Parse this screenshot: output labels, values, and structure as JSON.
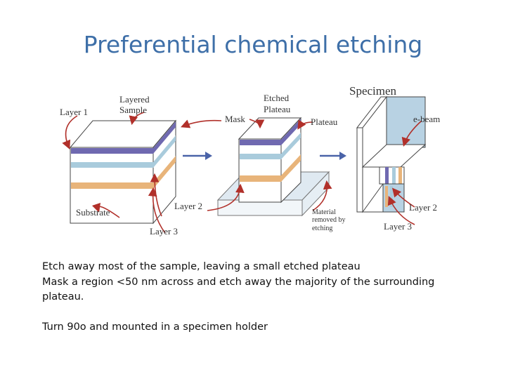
{
  "title": "Preferential chemical etching",
  "figure": {
    "labels": {
      "layer1": "Layer 1",
      "layered_sample_1": "Layered",
      "layered_sample_2": "Sample",
      "substrate": "Substrate",
      "layer2_left": "Layer 2",
      "layer3_left": "Layer 3",
      "mask": "Mask",
      "etched_plateau_1": "Etched",
      "etched_plateau_2": "Plateau",
      "plateau": "Plateau",
      "material_1": "Material",
      "material_2": "removed by",
      "material_3": "etching",
      "specimen": "Specimen",
      "ebeam": "e-beam",
      "layer2_right": "Layer 2",
      "layer3_right": "Layer 3"
    },
    "colors": {
      "purple": "#6f69b0",
      "blue_layer": "#a9cbdc",
      "orange_layer": "#e8b47a",
      "substrate_blue": "#b8d2e3",
      "arrow_red": "#b1302a",
      "arrow_blue": "#4a63a8"
    }
  },
  "caption": {
    "line1": "Etch away most of the sample, leaving a small etched plateau",
    "line2": "Mask a region <50 nm across and etch away the majority of the surrounding plateau.",
    "line3": "Turn 90o and mounted in a specimen holder"
  }
}
